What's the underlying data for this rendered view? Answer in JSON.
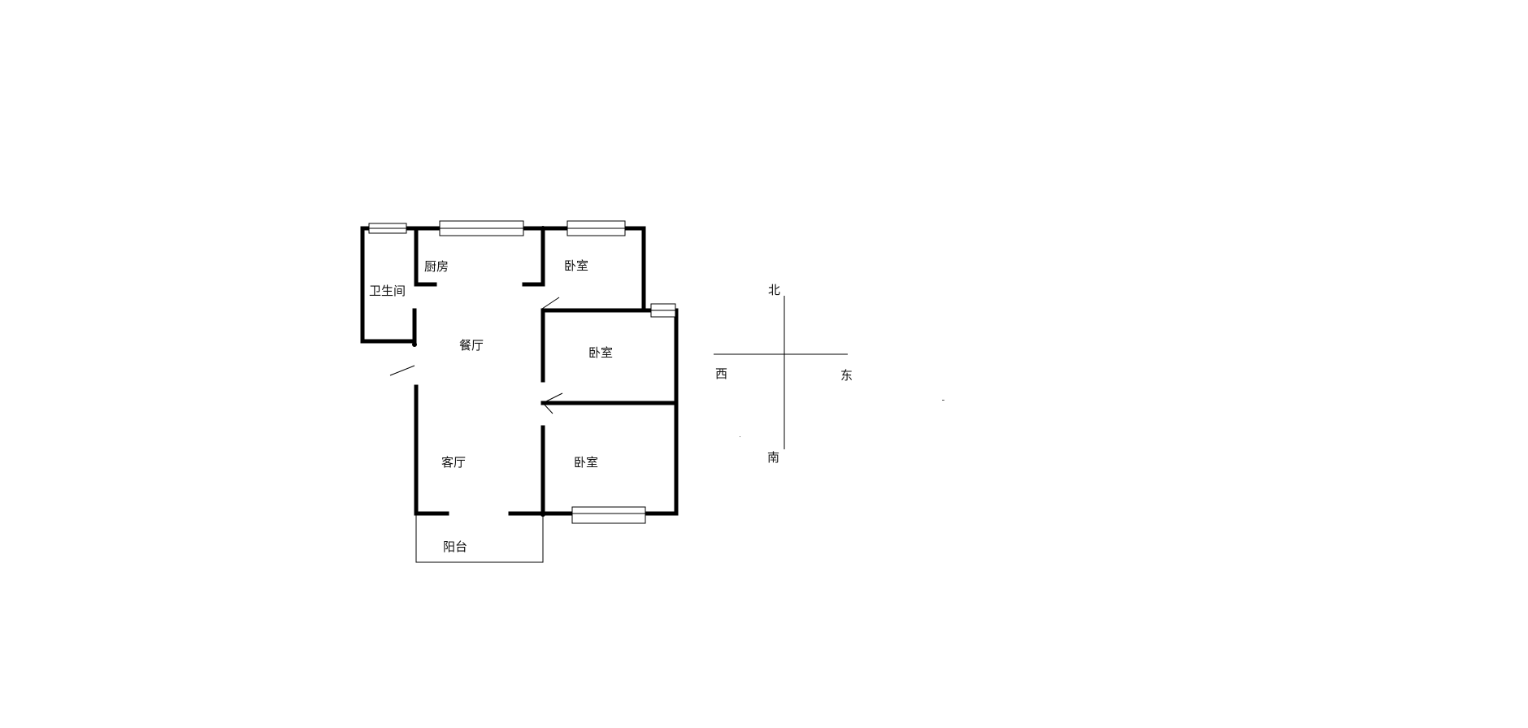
{
  "rooms": {
    "bathroom": "卫生间",
    "kitchen": "厨房",
    "dining": "餐厅",
    "living": "客厅",
    "balcony": "阳台",
    "bedroom_north": "卧室",
    "bedroom_middle": "卧室",
    "bedroom_south": "卧室"
  },
  "compass": {
    "north": "北",
    "south": "南",
    "east": "东",
    "west": "西"
  }
}
